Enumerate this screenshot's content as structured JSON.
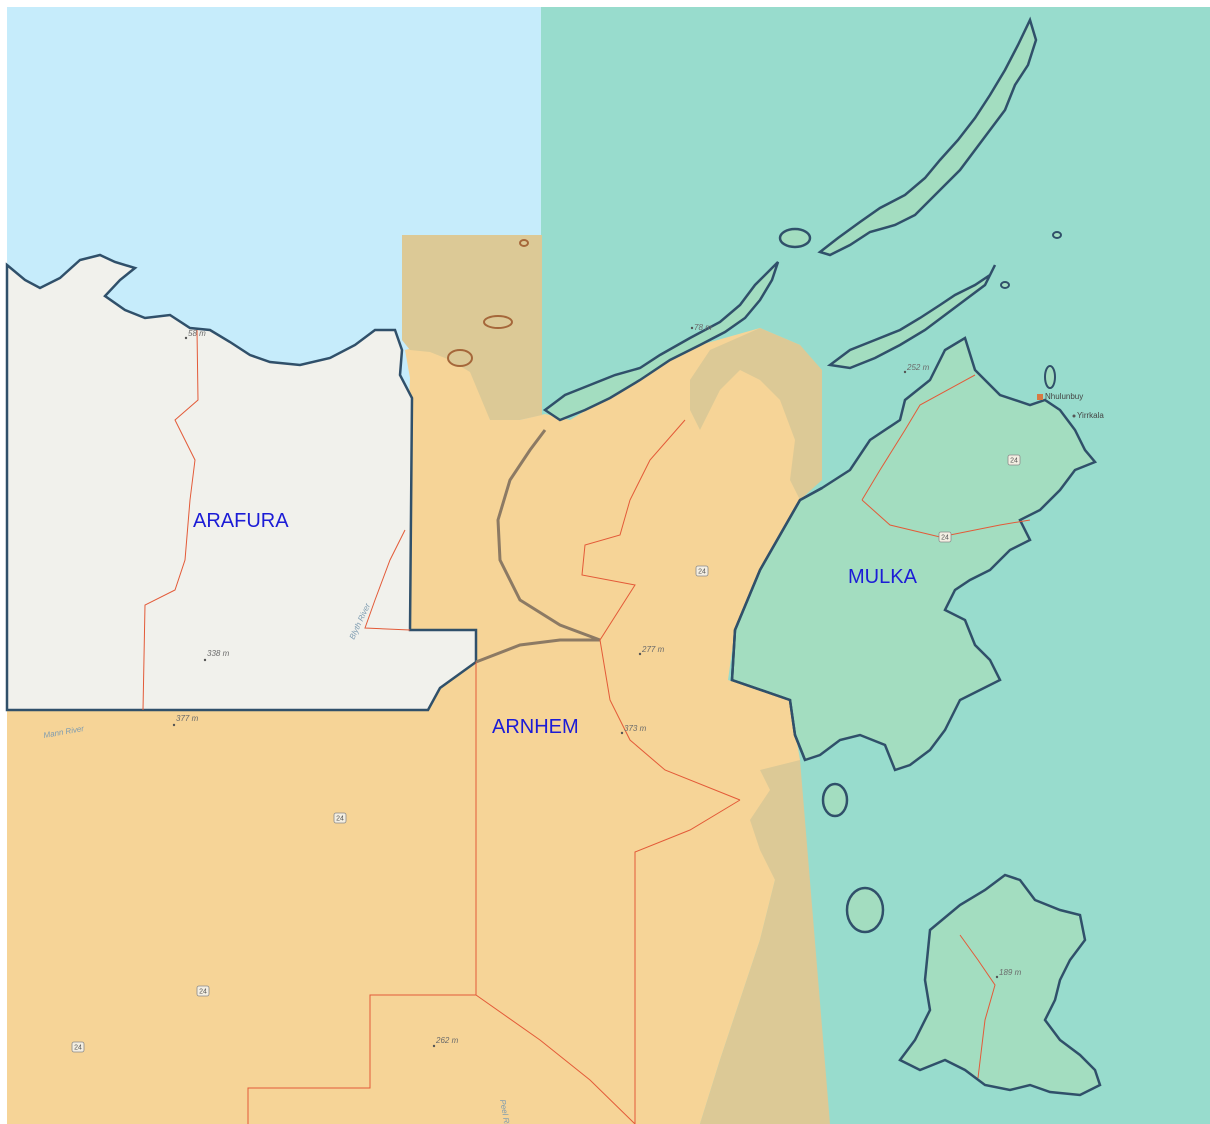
{
  "regions": [
    {
      "name": "ARAFURA"
    },
    {
      "name": "ARNHEM"
    },
    {
      "name": "MULKA"
    }
  ],
  "elevations": [
    "58 m",
    "338 m",
    "377 m",
    "262 m",
    "277 m",
    "373 m",
    "252 m",
    "189 m",
    "78 m"
  ],
  "places": [
    "Nhulunbuy",
    "Yirrkala"
  ],
  "rivers": [
    "Mann River",
    "Blyth River",
    "Peel River"
  ],
  "road": {
    "number": "24"
  },
  "colors": {
    "sea": "#c6ecfb",
    "mulka_sea": "#98dccd",
    "arafura_land": "#f1f1ec",
    "arnhem": "#f6d497",
    "mulka_land": "#a3ddc0",
    "overlap": "#dcc996",
    "coast": "#30506a",
    "boundary": "#e35a38"
  }
}
